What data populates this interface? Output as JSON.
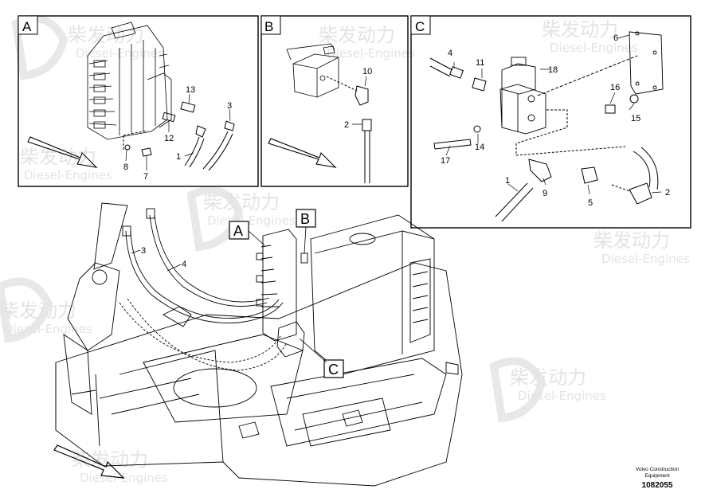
{
  "watermark": {
    "brand_cn": "柴发动力",
    "brand_en": "Diesel-Engines"
  },
  "panels": [
    {
      "letter": "A",
      "callouts": [
        "13",
        "3",
        "12",
        "1",
        "8",
        "7"
      ]
    },
    {
      "letter": "B",
      "callouts": [
        "10",
        "2"
      ]
    },
    {
      "letter": "C",
      "callouts": [
        "6",
        "4",
        "11",
        "18",
        "16",
        "15",
        "14",
        "17",
        "1",
        "9",
        "5",
        "2"
      ]
    }
  ],
  "main_view": {
    "callouts": [
      "3",
      "4"
    ],
    "labels": [
      "A",
      "B",
      "C"
    ]
  },
  "caption": {
    "line1": "Volvo Construction",
    "line2": "Equipment",
    "part_number": "1082055"
  },
  "colors": {
    "line": "#000000",
    "watermark": "#e3e3e3",
    "background": "#ffffff"
  }
}
